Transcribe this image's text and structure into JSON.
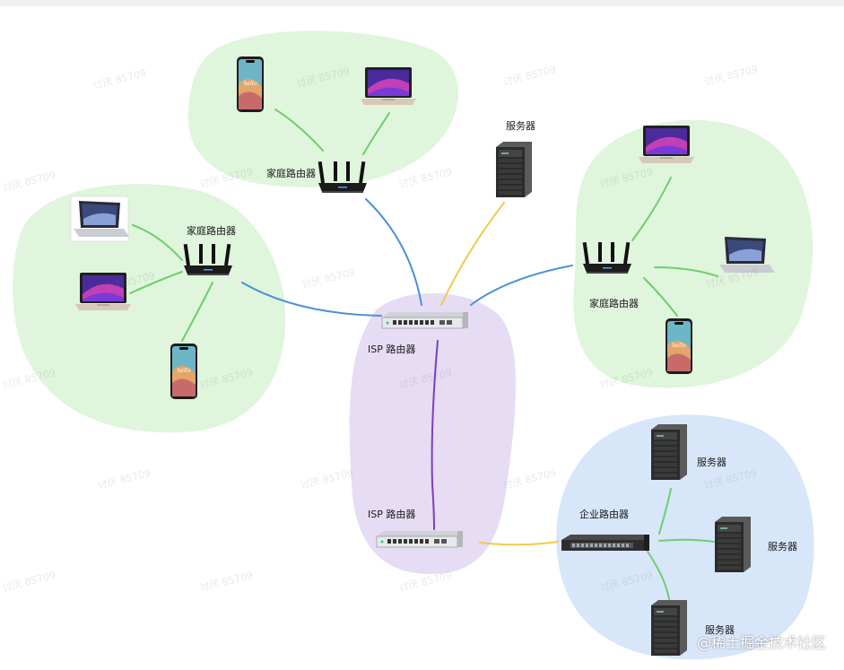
{
  "labels": {
    "home_router": "家庭路由器",
    "server": "服务器",
    "isp_router": "ISP 路由器",
    "enterprise_router": "企业路由器"
  },
  "watermark": "讨厌 85709",
  "brand": "@稀土掘金技术社区",
  "colors": {
    "home_zone": "#dff5dc",
    "isp_zone": "#e6dcf3",
    "enterprise_zone": "#d8e6fa",
    "home_link": "#6fcf6b",
    "uplink": "#4a90d9",
    "server_link": "#f2c94c",
    "backbone": "#7b3fc4",
    "enterprise_link": "#6fcf6b"
  }
}
